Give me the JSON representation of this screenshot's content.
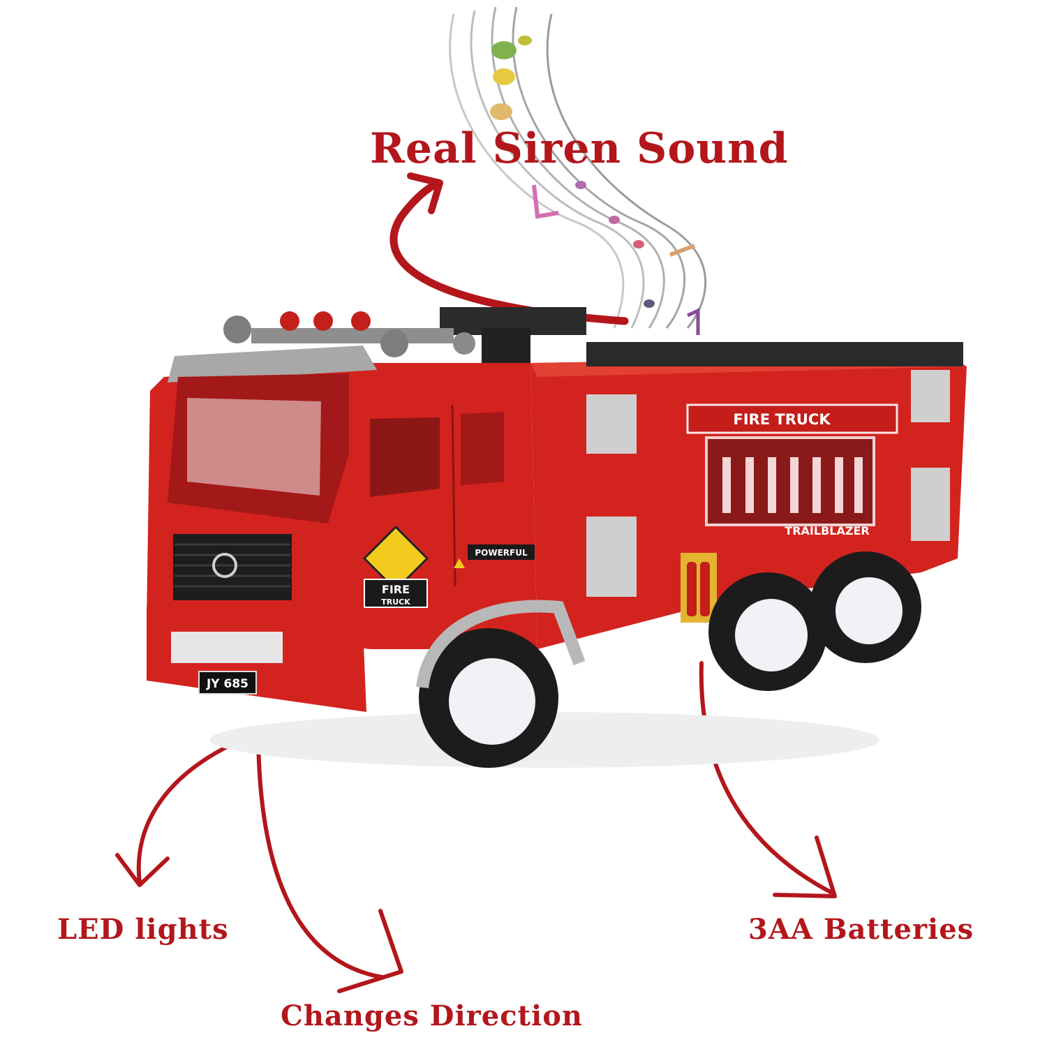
{
  "callouts": {
    "siren": "Real Siren Sound",
    "led": "LED lights",
    "direction": "Changes Direction",
    "batteries": "3AA Batteries"
  },
  "truck_decals": {
    "side_panel": "FIRE TRUCK",
    "warning_sign_top": "FIRE",
    "warning_sign_bottom": "TRUCK",
    "door_label": "POWERFUL",
    "brand": "TRAILBLAZER",
    "license_plate": "JY 685"
  },
  "colors": {
    "body_red": "#d3231f",
    "arrow_red": "#b3161b",
    "roof_gray": "#a8a8a8",
    "wheel_white": "#f1f1f6",
    "tire_black": "#1c1c1c"
  }
}
